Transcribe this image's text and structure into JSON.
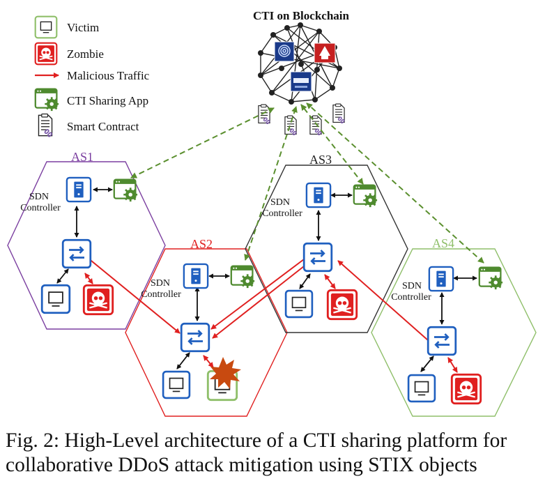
{
  "blockchain": {
    "title": "CTI on Blockchain"
  },
  "legend": [
    {
      "key": "victim",
      "label": "Victim"
    },
    {
      "key": "zombie",
      "label": "Zombie"
    },
    {
      "key": "traffic",
      "label": "Malicious Traffic"
    },
    {
      "key": "app",
      "label": "CTI Sharing App"
    },
    {
      "key": "contract",
      "label": "Smart Contract"
    }
  ],
  "as": {
    "as1": {
      "label": "AS1",
      "color": "#7b3fa0"
    },
    "as2": {
      "label": "AS2",
      "color": "#e02020"
    },
    "as3": {
      "label": "AS3",
      "color": "#333333"
    },
    "as4": {
      "label": "AS4",
      "color": "#8fbf6a"
    }
  },
  "controller": {
    "line1": "SDN",
    "line2": "Controller"
  },
  "colors": {
    "switch_blue": "#1f5fbf",
    "app_green": "#4e8a2e",
    "traffic_red": "#e02020",
    "victim_green": "#8fbf6a",
    "dashed_green": "#5a8f2e",
    "explosion": "#c84a10"
  },
  "caption": "Fig. 2: High-Level architecture of a CTI sharing platform for collaborative DDoS attack mitigation using STIX objects"
}
